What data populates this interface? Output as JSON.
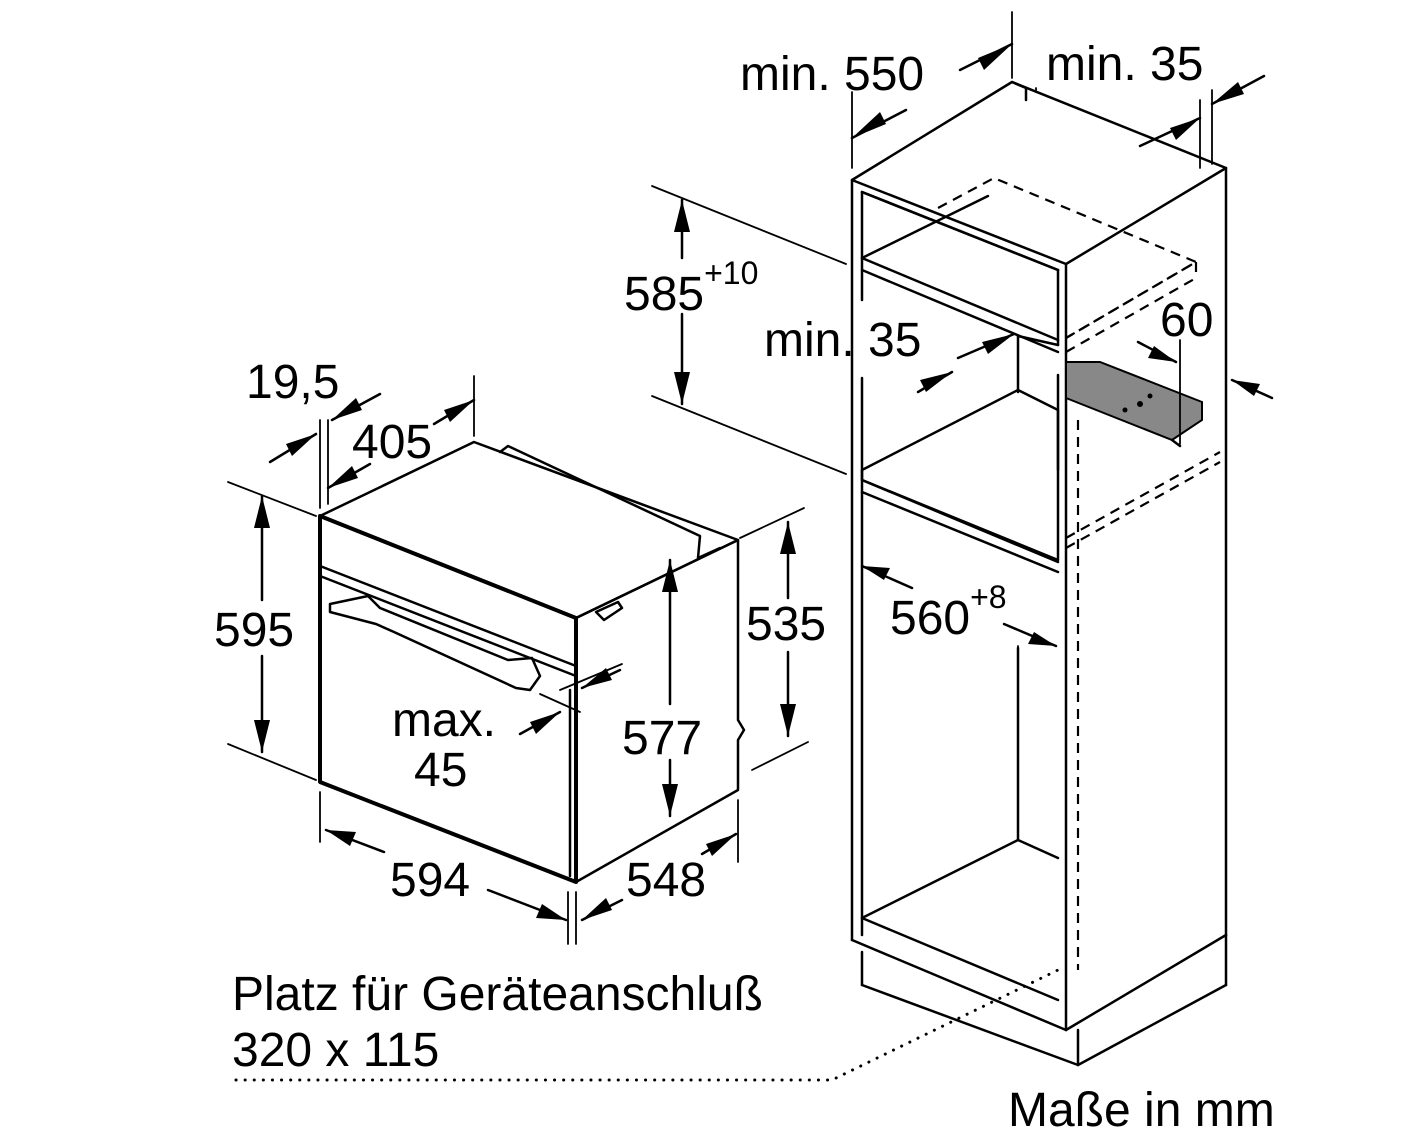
{
  "dimensions": {
    "niche_depth": "min. 550",
    "rear_gap": "min. 35",
    "niche_height_base": "585",
    "niche_height_tol": "+10",
    "vent_gap": "min. 35",
    "vent_height": "60",
    "niche_width_base": "560",
    "niche_width_tol": "+8",
    "panel_thickness": "19,5",
    "oven_depth_front": "405",
    "oven_height": "595",
    "oven_body_height": "535",
    "oven_inner_height": "577",
    "gap_label_1": "max.",
    "gap_label_2": "45",
    "oven_width": "594",
    "oven_depth": "548"
  },
  "notes": {
    "connection_line1": "Platz für Geräteanschluß",
    "connection_line2": "320 x 115",
    "units": "Maße in mm"
  }
}
